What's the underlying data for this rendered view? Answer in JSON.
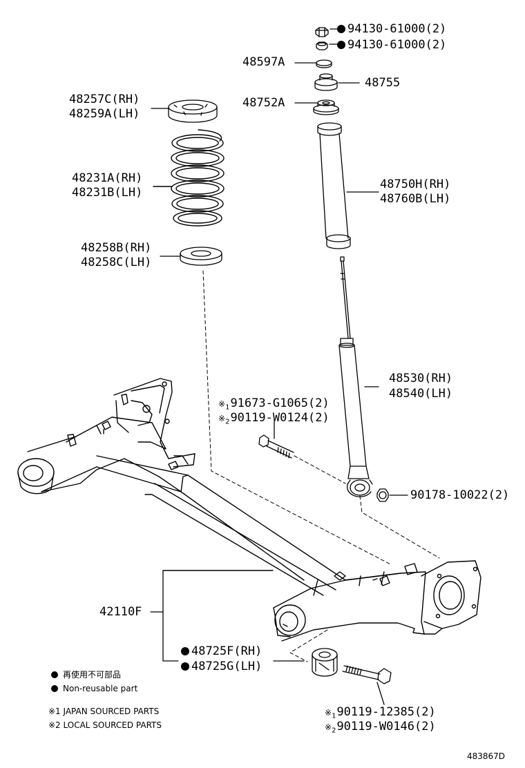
{
  "diagram": {
    "ref_code": "483867D",
    "parts": {
      "nut_1": "94130-61000(2)",
      "nut_2": "94130-61000(2)",
      "washer": "48597A",
      "support": "48755",
      "retainer": "48752A",
      "upper_seat_rh": "48257C(RH)",
      "upper_seat_lh": "48259A(LH)",
      "spring_rh": "48231A(RH)",
      "spring_lh": "48231B(LH)",
      "boot_rh": "48750H(RH)",
      "boot_lh": "48760B(LH)",
      "lower_seat_rh": "48258B(RH)",
      "lower_seat_lh": "48258C(LH)",
      "absorber_rh": "48530(RH)",
      "absorber_lh": "48540(LH)",
      "bolt_a_1": "91673-G1065(2)",
      "bolt_a_2": "90119-W0124(2)",
      "nut_lower": "90178-10022(2)",
      "axle_beam": "42110F",
      "bushing_rh": "48725F(RH)",
      "bushing_lh": "48725G(LH)",
      "bolt_b_1": "90119-12385(2)",
      "bolt_b_2": "90119-W0146(2)"
    },
    "marks": {
      "ref": "※",
      "one": "1",
      "two": "2"
    },
    "legend": {
      "non_reusable_jp": "再使用不可部品",
      "non_reusable_en": "Non-reusable part",
      "note_1": "※1 JAPAN SOURCED PARTS",
      "note_2": "※2 LOCAL SOURCED PARTS"
    }
  }
}
